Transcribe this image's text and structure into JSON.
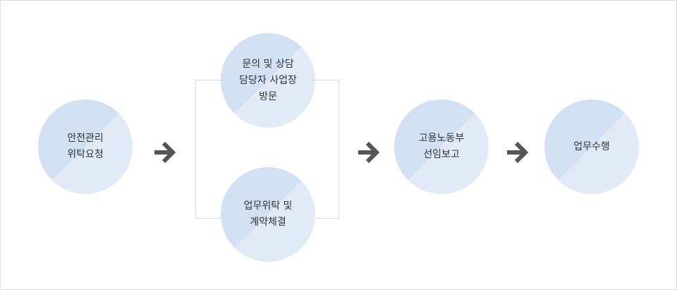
{
  "steps": [
    {
      "label": "안전관리\n위탁요청"
    },
    {
      "label": "문의 및 상담\n담당자 사업장\n방문"
    },
    {
      "label": "업무위탁 및\n계약체결"
    },
    {
      "label": "고용노동부\n선임보고"
    },
    {
      "label": "업무수행"
    }
  ],
  "colors": {
    "circle_dark": "#d2e0f4",
    "circle_light": "#e2eaf8",
    "arrow": "#555555",
    "text": "#333333"
  }
}
